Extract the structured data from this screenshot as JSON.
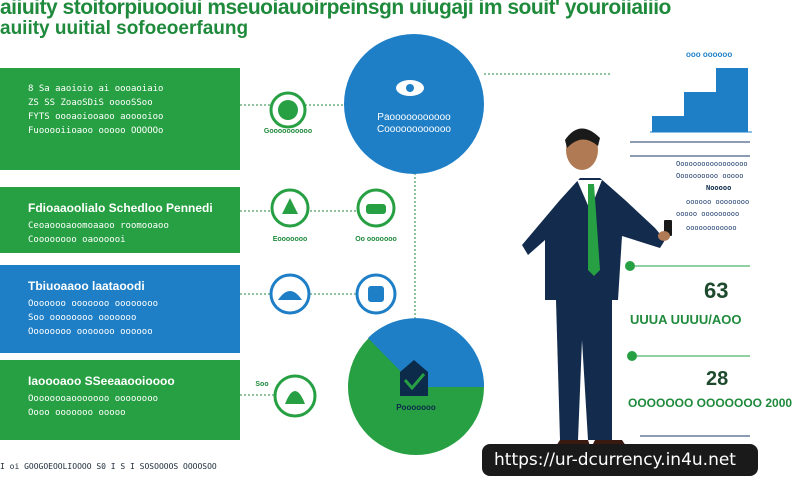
{
  "header": {
    "line1": "aiiuity stoitorpiuooiui mseuoiauoirpeinsgn uiugaji im souit' youroiiaiiio",
    "line2": "auiity uuitial sofoeoerfaung"
  },
  "panels": [
    {
      "title": "",
      "lines": [
        "8 Sa aaoioio ai oooaoiaio",
        "ZS SS ZoaoSDiS ooooSSoo",
        "FYTS oooaoiooaoo aooooioo",
        "Fuooooiioaoo ooooo OOOOOo"
      ]
    },
    {
      "title": "Fdioaaoolialo Schedloo Pennedi",
      "lines": [
        "Ceoaoooaoomoaaoo roomooaoo",
        "Coooooooo oaoooooi"
      ]
    },
    {
      "title": "Tbiuoaaoo laataoodi",
      "lines": [
        "Ooooooo ooooooo oooooooo",
        "Soo oooooooo ooooooo",
        "Oooooooo ooooooo oooooo"
      ]
    },
    {
      "title": "Iaoooaoo SSeeaaooioooo",
      "lines": [
        "Oooooooaooooooo oooooooo",
        "Oooo ooooooo ooooo"
      ]
    }
  ],
  "footnote": "I oi GOOGOEOOLIOOOO S0 I S I SOSOOOOS OOOOSOO",
  "nodes": [
    {
      "label": "Goooooooooo"
    },
    {
      "label": "Eooooooo"
    },
    {
      "label": "Oo ooooooo"
    },
    {
      "label": ""
    },
    {
      "label": ""
    },
    {
      "label": "Soo"
    }
  ],
  "hub_top": {
    "line1": "Paooooooooooo",
    "line2": "Coooooooooooo"
  },
  "hub_bottom": {
    "label": "Pooooooo"
  },
  "right": {
    "chart_title": "ooo oooooo",
    "text_block_1": [
      "Ooooooooooooooooo",
      "Oooooooooo ooooo",
      "Nooooo",
      "oooooo oooooooo",
      "ooooo ooooooooo",
      "oooooooooooo"
    ],
    "stat_1_big": "63",
    "stat_1_sub": "UUUA UUUU/AOO",
    "stat_2_big": "28",
    "stat_2_sub": "OOOOOOO OOOOOOO 2000"
  },
  "watermark": "https://ur-dcurrency.in4u.net",
  "chart_data": {
    "type": "bar",
    "title": "",
    "categories": [
      "",
      "",
      ""
    ],
    "values": [
      1,
      2.5,
      4
    ],
    "ylim": [
      0,
      4.5
    ]
  },
  "colors": {
    "green": "#27a043",
    "blue": "#1e7fc7",
    "navy": "#0c2a4a",
    "dark_green": "#1f8a3c"
  }
}
